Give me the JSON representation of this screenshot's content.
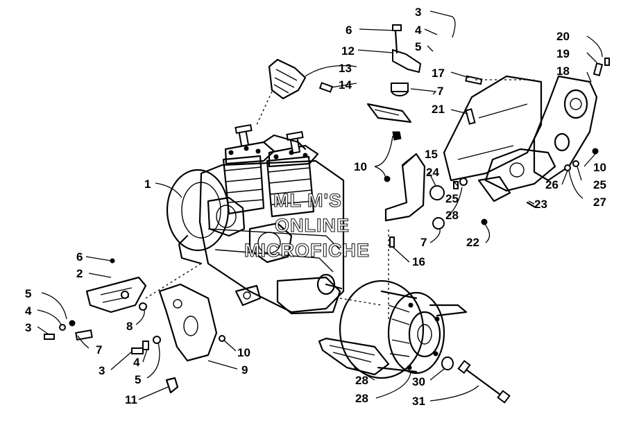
{
  "watermark": {
    "line1": "ML M'S",
    "line2": "ONLINE",
    "line3": "MICROFICHE"
  },
  "callouts": [
    {
      "id": "c-1",
      "text": "1"
    },
    {
      "id": "c-2",
      "text": "2"
    },
    {
      "id": "c-3a",
      "text": "3"
    },
    {
      "id": "c-3b",
      "text": "3"
    },
    {
      "id": "c-3c",
      "text": "3"
    },
    {
      "id": "c-4a",
      "text": "4"
    },
    {
      "id": "c-4b",
      "text": "4"
    },
    {
      "id": "c-4c",
      "text": "4"
    },
    {
      "id": "c-5a",
      "text": "5"
    },
    {
      "id": "c-5b",
      "text": "5"
    },
    {
      "id": "c-5c",
      "text": "5"
    },
    {
      "id": "c-6a",
      "text": "6"
    },
    {
      "id": "c-6b",
      "text": "6"
    },
    {
      "id": "c-7a",
      "text": "7"
    },
    {
      "id": "c-7b",
      "text": "7"
    },
    {
      "id": "c-7c",
      "text": "7"
    },
    {
      "id": "c-8",
      "text": "8"
    },
    {
      "id": "c-9",
      "text": "9"
    },
    {
      "id": "c-10a",
      "text": "10"
    },
    {
      "id": "c-10b",
      "text": "10"
    },
    {
      "id": "c-10c",
      "text": "10"
    },
    {
      "id": "c-11",
      "text": "11"
    },
    {
      "id": "c-12",
      "text": "12"
    },
    {
      "id": "c-13",
      "text": "13"
    },
    {
      "id": "c-14",
      "text": "14"
    },
    {
      "id": "c-15",
      "text": "15"
    },
    {
      "id": "c-16",
      "text": "16"
    },
    {
      "id": "c-17",
      "text": "17"
    },
    {
      "id": "c-18",
      "text": "18"
    },
    {
      "id": "c-19",
      "text": "19"
    },
    {
      "id": "c-20",
      "text": "20"
    },
    {
      "id": "c-21",
      "text": "21"
    },
    {
      "id": "c-22",
      "text": "22"
    },
    {
      "id": "c-23",
      "text": "23"
    },
    {
      "id": "c-24",
      "text": "24"
    },
    {
      "id": "c-25a",
      "text": "25"
    },
    {
      "id": "c-25b",
      "text": "25"
    },
    {
      "id": "c-26",
      "text": "26"
    },
    {
      "id": "c-27",
      "text": "27"
    },
    {
      "id": "c-28a",
      "text": "28"
    },
    {
      "id": "c-28b",
      "text": "28"
    },
    {
      "id": "c-28c",
      "text": "28"
    },
    {
      "id": "c-30",
      "text": "30"
    },
    {
      "id": "c-31",
      "text": "31"
    }
  ]
}
